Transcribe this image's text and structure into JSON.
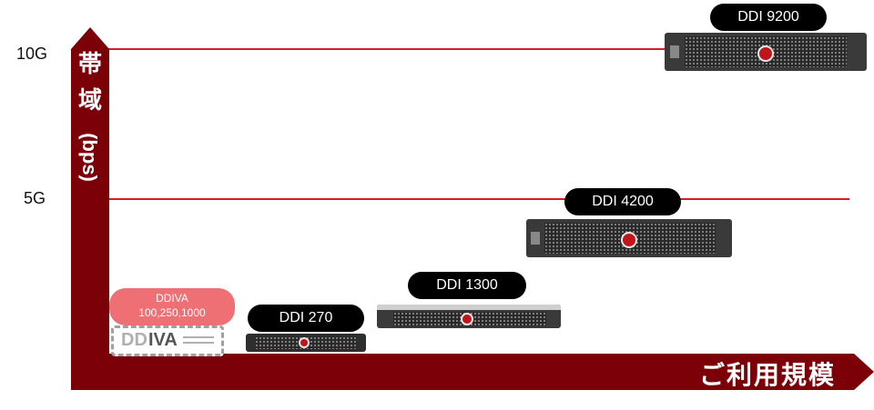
{
  "axis": {
    "y_title_chars": [
      "帯",
      "域"
    ],
    "y_title_unit": "(bps)",
    "x_title": "ご利用規模",
    "ticks": {
      "t10g": "10G",
      "t5g": "5G"
    }
  },
  "products": {
    "ddi9200": {
      "label": "DDI 9200"
    },
    "ddi4200": {
      "label": "DDI 4200"
    },
    "ddi1300": {
      "label": "DDI 1300"
    },
    "ddi270": {
      "label": "DDI 270"
    },
    "ddiva": {
      "label": "DDIVA",
      "sub": "100,250,1000",
      "box_text_gray": "DD",
      "box_text_dark": "IVA"
    }
  },
  "colors": {
    "axis": "#7b0007",
    "line": "#d21f24",
    "ddiva_pill": "#ee6f74"
  }
}
